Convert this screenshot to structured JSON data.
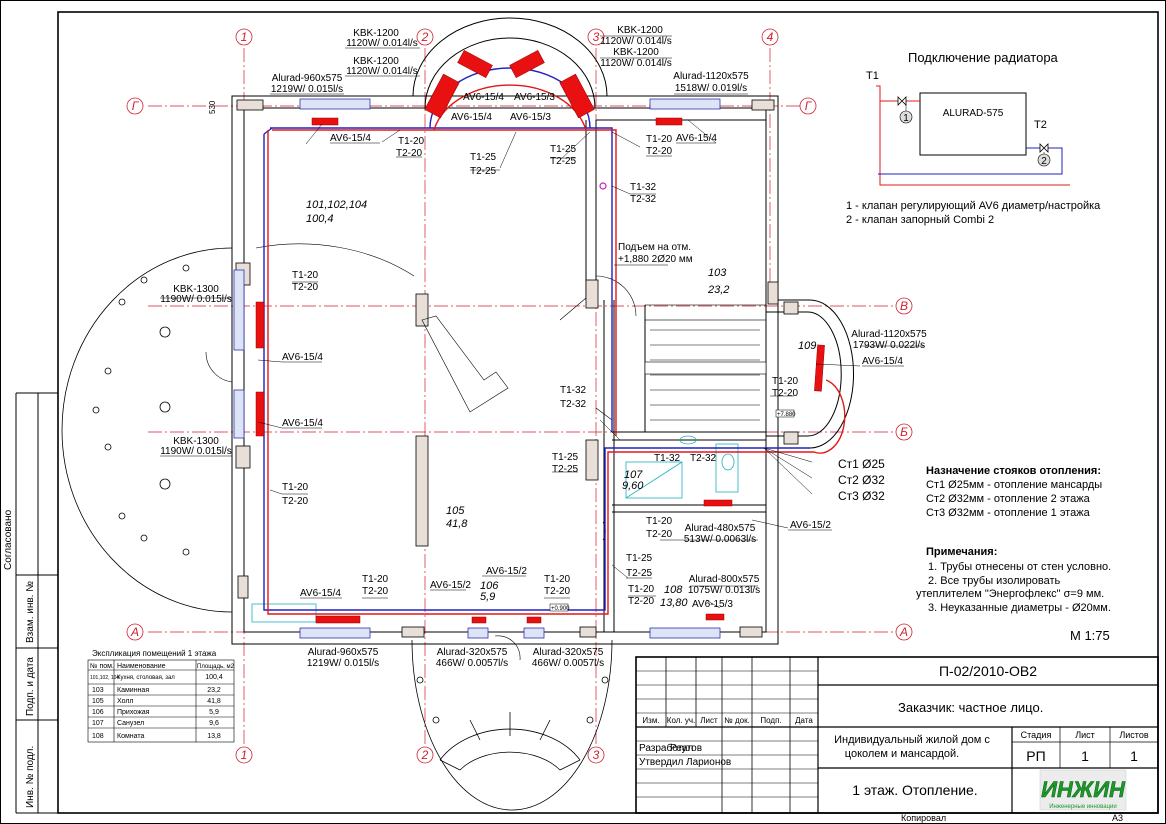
{
  "drawing": {
    "code": "П-02/2010-ОВ2",
    "customer": "Заказчик: частное лицо.",
    "project": [
      "Индивидуальный жилой дом с",
      "цоколем и мансардой."
    ],
    "sheet_title": "1 этаж. Отопление.",
    "scale": "М 1:75",
    "format": "А3",
    "copied": "Копировал"
  },
  "stamp": {
    "headers": [
      "Изм.",
      "Кол. уч.",
      "Лист",
      "№ док.",
      "Подп.",
      "Дата"
    ],
    "stage_labels": [
      "Стадия",
      "Лист",
      "Листов"
    ],
    "stage_values": [
      "РП",
      "1",
      "1"
    ],
    "roles": [
      {
        "role": "Разработал",
        "name": "Реутов"
      },
      {
        "role": "Утвердил",
        "name": "Ларионов"
      }
    ],
    "logo": "ИНЖИН",
    "logo_sub": "Инженерные инновации",
    "logo_color": "#1a9a2a"
  },
  "side_labels": [
    "Согласовано",
    "Взам. инв. №",
    "Подп. и дата",
    "Инв. № подл."
  ],
  "axes": {
    "numbers": [
      "1",
      "2",
      "3",
      "4"
    ],
    "letters": [
      "Г",
      "В",
      "Б",
      "А"
    ],
    "color": "#d02030"
  },
  "radiator_connection": {
    "title": "Подключение радиатора",
    "radiator": "ALURAD-575",
    "t1": "T1",
    "t2": "T2",
    "markers": [
      "1",
      "2"
    ],
    "legend": [
      "1 - клапан регулирующий AV6 диаметр/настройка",
      "2 - клапан запорный Combi 2"
    ]
  },
  "risers": {
    "items": [
      "Ст1 Ø25",
      "Ст2 Ø32",
      "Ст3 Ø32"
    ],
    "title": "Назначение стояков отопления:",
    "lines": [
      "Ст1 Ø25мм - отопление мансарды",
      "Ст2 Ø32мм - отопление 2 этажа",
      "Ст3 Ø32мм - отопление 1 этажа"
    ]
  },
  "notes": {
    "title": "Примечания:",
    "lines": [
      "1. Трубы отнесены от стен условно.",
      "2. Все трубы изолировать",
      "утеплителем \"Энергофлекс\" σ=9 мм.",
      "3. Неуказанные диаметры - Ø20мм."
    ]
  },
  "explication": {
    "title": "Экспликация помещений 1 этажа",
    "headers": [
      "№ пом.",
      "Наименование",
      "Площадь, м2"
    ],
    "rows": [
      [
        "101,102, 104",
        "Кухня, столовая, зал",
        "100,4"
      ],
      [
        "103",
        "Каминная",
        "23,2"
      ],
      [
        "105",
        "Холл",
        "41,8"
      ],
      [
        "106",
        "Прихожая",
        "5,9"
      ],
      [
        "107",
        "Санузел",
        "9,6"
      ],
      [
        "108",
        "Комната",
        "13,8"
      ]
    ]
  },
  "rooms": [
    {
      "num": "101,102,104",
      "area": "100,4"
    },
    {
      "num": "103",
      "area": "23,2"
    },
    {
      "num": "105",
      "area": "41,8"
    },
    {
      "num": "106",
      "area": "5,9"
    },
    {
      "num": "107",
      "area": "9,60"
    },
    {
      "num": "108",
      "area": "13,80"
    },
    {
      "num": "109",
      "area": ""
    }
  ],
  "radiators": [
    {
      "type": "KBK-1200",
      "power": "1120W/ 0.014l/s"
    },
    {
      "type": "KBK-1200",
      "power": "1120W/ 0.014l/s"
    },
    {
      "type": "KBK-1200",
      "power": "1120W/ 0.014l/s"
    },
    {
      "type": "KBK-1200",
      "power": "1120W/ 0.014l/s"
    },
    {
      "type": "Alurad-960x575",
      "power": "1219W/ 0.015l/s"
    },
    {
      "type": "Alurad-1120x575",
      "power": "1518W/ 0.019l/s"
    },
    {
      "type": "KBK-1300",
      "power": "1190W/ 0.015l/s"
    },
    {
      "type": "KBK-1300",
      "power": "1190W/ 0.015l/s"
    },
    {
      "type": "Alurad-1120x575",
      "power": "1793W/ 0.022l/s"
    },
    {
      "type": "Alurad-480x575",
      "power": "513W/ 0.0063l/s"
    },
    {
      "type": "Alurad-800x575",
      "power": "1075W/ 0.013l/s"
    },
    {
      "type": "Alurad-960x575",
      "power": "1219W/ 0.015l/s"
    },
    {
      "type": "Alurad-320x575",
      "power": "466W/ 0.0057l/s"
    },
    {
      "type": "Alurad-320x575",
      "power": "466W/ 0.0057l/s"
    }
  ],
  "valves": [
    "AV6-15/4",
    "AV6-15/3",
    "AV6-15/2"
  ],
  "pipes": {
    "t1_20": "T1-20",
    "t2_20": "T2-20",
    "t1_25": "T1-25",
    "t2_25": "T2-25",
    "t1_32": "T1-32",
    "t2_32": "T2-32",
    "supply_color": "#e01818",
    "return_color": "#2020c0"
  },
  "misc": {
    "dim_530": "530",
    "riser_note": [
      "Подъем на отм.",
      "+1,880  2Ø20 мм"
    ],
    "level_1": "+0.900",
    "level_2": "+7.880"
  }
}
